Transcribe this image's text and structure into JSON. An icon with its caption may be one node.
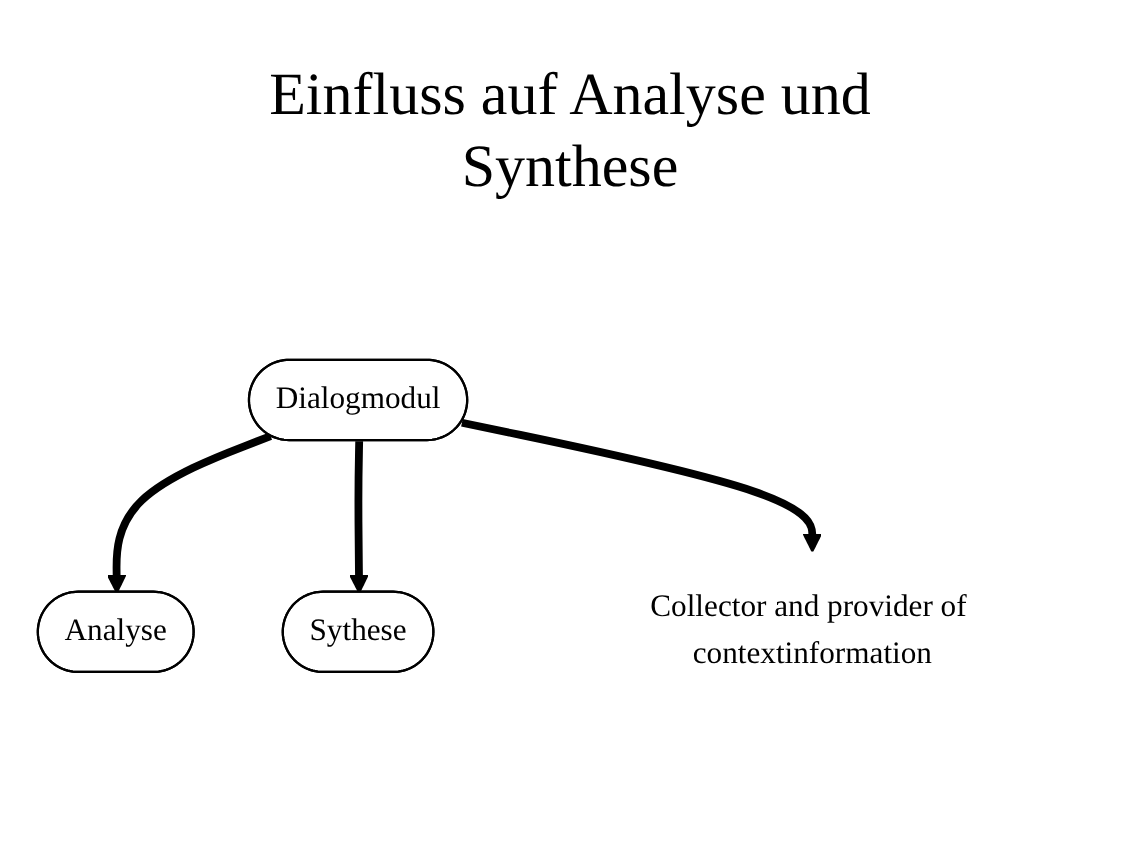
{
  "diagram": {
    "title": "Einfluss auf Analyse und Synthese",
    "nodes": [
      {
        "text": [
          "Analyse"
        ]
      },
      {
        "text": [
          "Dialogmodul"
        ]
      },
      {
        "text": [
          "Sythese"
        ]
      },
      {
        "text": [
          "Collector and provider of contextinformation"
        ]
      }
    ],
    "edges": [
      {
        "from": 1,
        "to": 0,
        "arrow": "to"
      },
      {
        "from": 1,
        "to": 2,
        "arrow": "to"
      },
      {
        "from": 1,
        "to": 3,
        "arrow": "to"
      }
    ]
  }
}
